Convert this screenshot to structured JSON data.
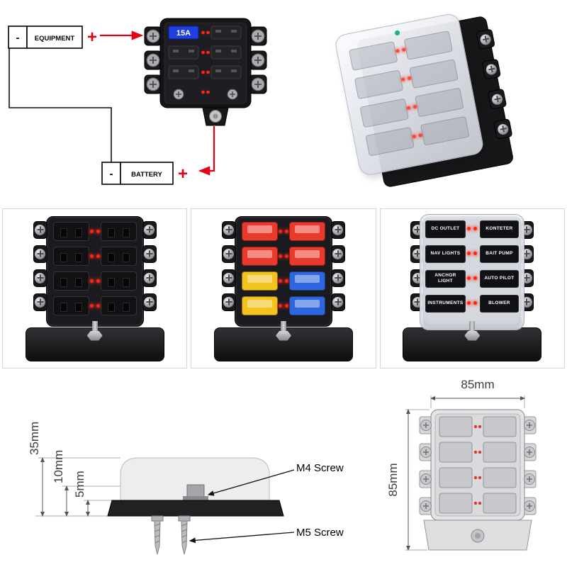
{
  "colors": {
    "wire_red": "#e60012",
    "display_blue": "#1f3fe0",
    "led_red": "#ff2418",
    "panel_border": "#d8d8d8"
  },
  "wiring": {
    "minus": "-",
    "plus": "+",
    "equipment_label": "EQUIPMENT",
    "battery_label": "BATTERY",
    "fuse_rating": "15A"
  },
  "fuse_colors": [
    "#e8392b",
    "#e8392b",
    "#e8392b",
    "#e8392b",
    "#f2c21d",
    "#2e66e0",
    "#f2c21d",
    "#2e66e0"
  ],
  "circuit_labels": [
    "DC OUTLET",
    "KONTETER",
    "NAV LIGHTS",
    "BAIT PUMP",
    "ANCHOR LIGHT",
    "AUTO PILOT",
    "INSTRUMENTS",
    "BLOWER"
  ],
  "dimensions": {
    "total_height": "35mm",
    "cover_height": "10mm",
    "base_height": "5mm",
    "width": "85mm",
    "height": "85mm",
    "m4_label": "M4 Screw",
    "m5_label": "M5 Screw"
  }
}
